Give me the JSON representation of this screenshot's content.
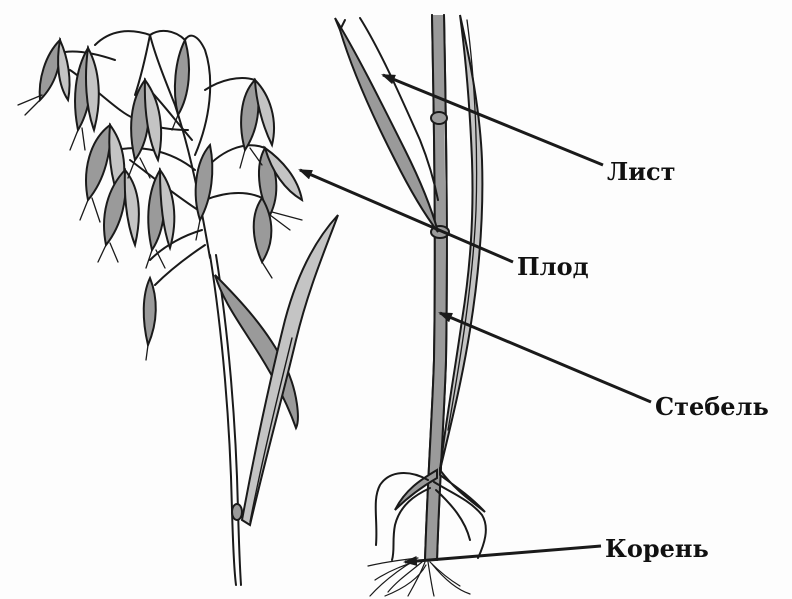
{
  "labels": {
    "leaf": "Лист",
    "fruit": "Плод",
    "stem": "Стебель",
    "root": "Корень"
  },
  "colors": {
    "ink": "#1a1a1a",
    "fill": "#9a9a9a",
    "fill_light": "#c4c4c4",
    "background": "#fdfdfd"
  },
  "icons": [
    "oat-panicle-drawing",
    "oat-stem-drawing",
    "arrow"
  ]
}
